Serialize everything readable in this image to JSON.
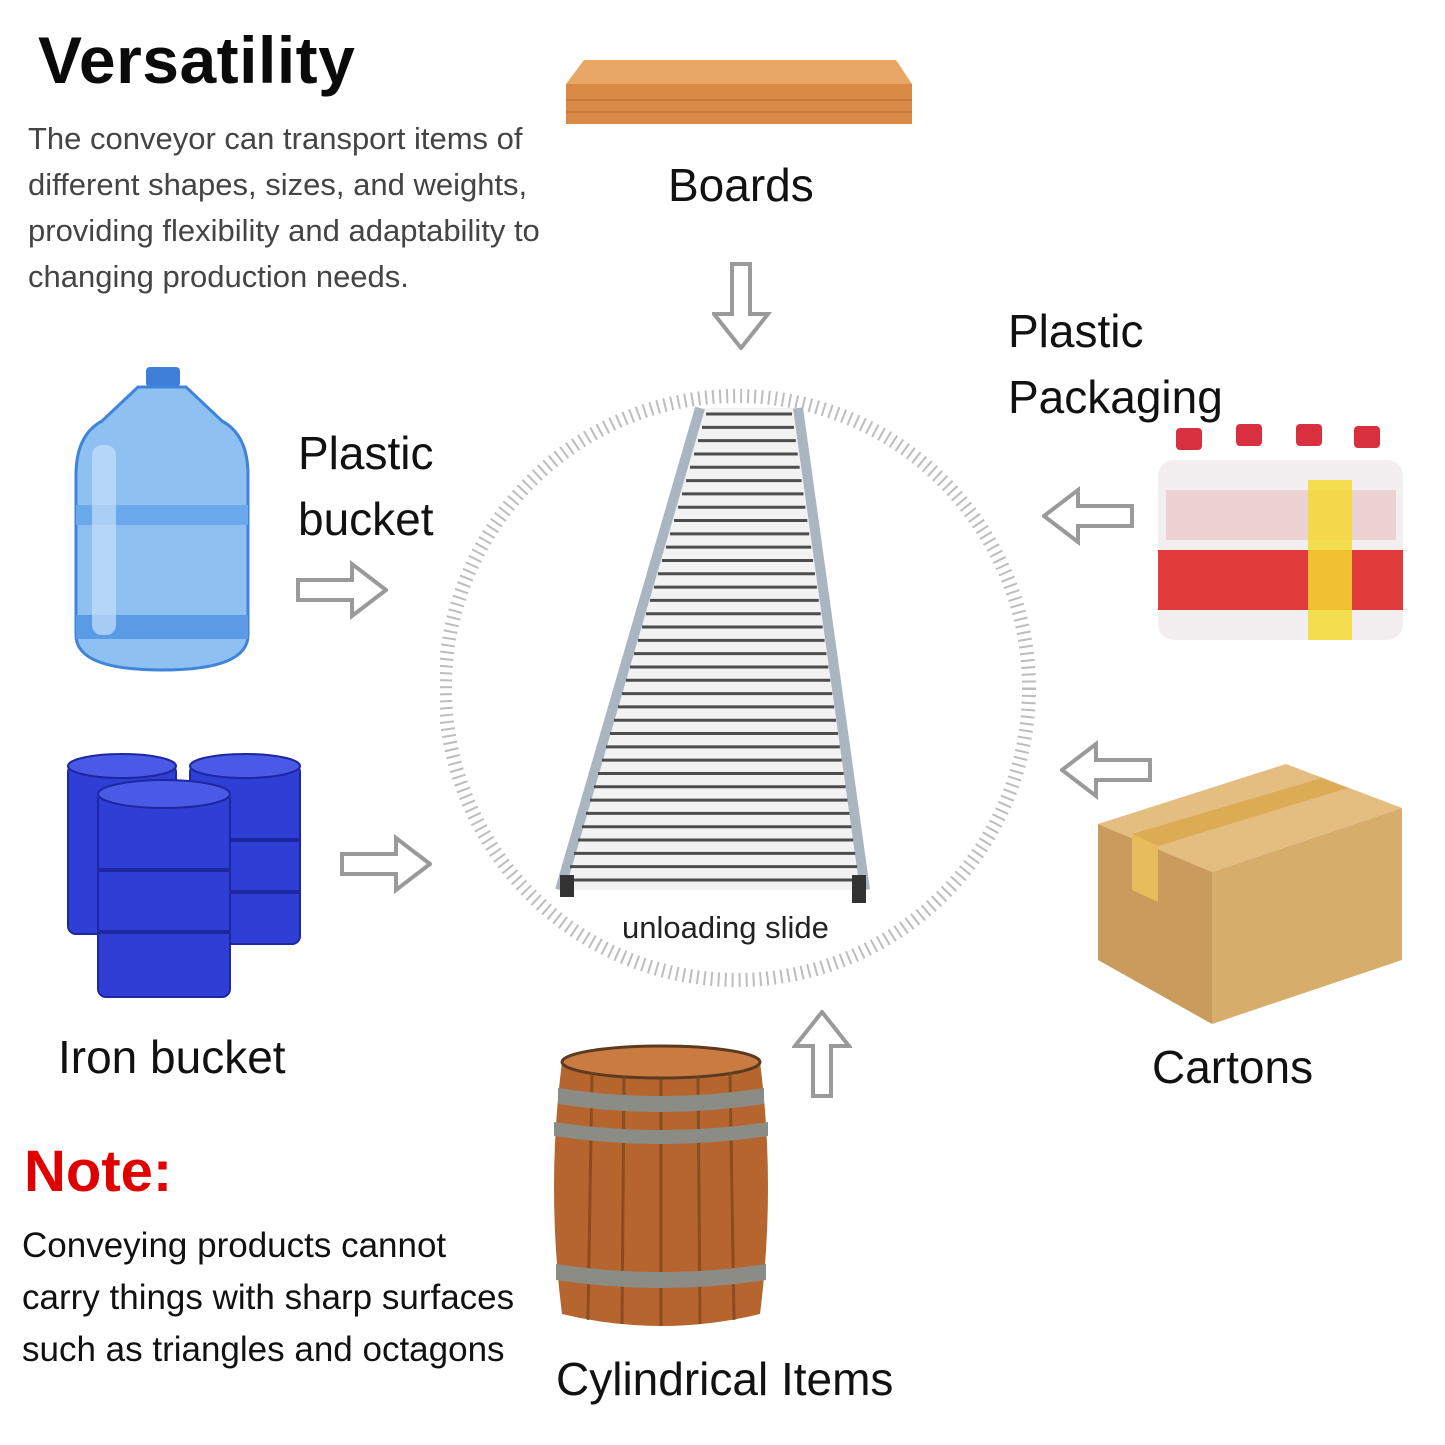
{
  "title": "Versatility",
  "description": "The conveyor can transport items of different shapes, sizes, and weights, providing flexibility and adaptability to changing production needs.",
  "items": {
    "boards": "Boards",
    "plastic_packaging": [
      "Plastic",
      "Packaging"
    ],
    "plastic_bucket": [
      "Plastic",
      "bucket"
    ],
    "iron_bucket": "Iron bucket",
    "cartons": "Cartons",
    "cylindrical": "Cylindrical Items"
  },
  "center_label": "unloading slide",
  "note": {
    "title": "Note:",
    "text": "Conveying products cannot carry things with sharp surfaces such as triangles and octagons"
  },
  "colors": {
    "note_red": "#e00000",
    "arrow_gray": "#9a9a9a",
    "board_wood": "#d98a45",
    "bucket_blue": "#4a8fe0",
    "drum_blue": "#2f3fd6",
    "carton_tan": "#d7ad6c",
    "barrel_wood": "#b5652d"
  }
}
